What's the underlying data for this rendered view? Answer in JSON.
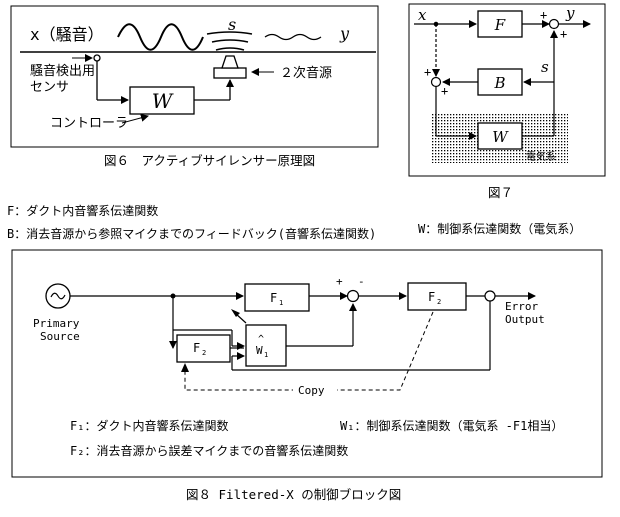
{
  "fig6": {
    "x_label": "x（騒音）",
    "s_label": "s",
    "y_label": "y",
    "sensor_label_1": "騒音検出用",
    "sensor_label_2": "センサ",
    "controller_block": "W",
    "controller_label": "コントローラ",
    "speaker_label": "２次音源",
    "caption": "図６　アクティブサイレンサー原理図"
  },
  "fig7": {
    "x_label": "x",
    "y_label": "y",
    "s_label": "s",
    "plus_top": "+",
    "plus_right": "+",
    "plus_left": "+",
    "plus_bottom": "+",
    "block_f": "F",
    "block_b": "B",
    "block_w": "W",
    "electric_label": "電気系",
    "caption": "図７"
  },
  "definitions": {
    "f_def": "F：ダクト内音響系伝達関数",
    "b_def": "B：消去音源から参照マイクまでのフィードバック(音響系伝達関数)",
    "w_def": "W：制御系伝達関数（電気系）"
  },
  "fig8": {
    "source_label_1": "Primary",
    "source_label_2": "Source",
    "f1_label": "F",
    "f1_sub": "1",
    "f2_label": "F",
    "f2_sub": "2",
    "f2b_label": "F",
    "f2b_sub": "2",
    "w1_hat": "^",
    "w1_label": "W",
    "w1_sub": "1",
    "plus_sign": "+",
    "minus_sign": "-",
    "copy_label": "Copy",
    "output_label_1": "Error",
    "output_label_2": "Output",
    "f1_def": "F₁：ダクト内音響系伝達関数",
    "w1_def": "W₁：制御系伝達関数（電気系 -F1相当）",
    "f2_def": "F₂：消去音源から誤差マイクまでの音響系伝達関数",
    "caption": "図８ Filtered-X の制御ブロック図"
  }
}
